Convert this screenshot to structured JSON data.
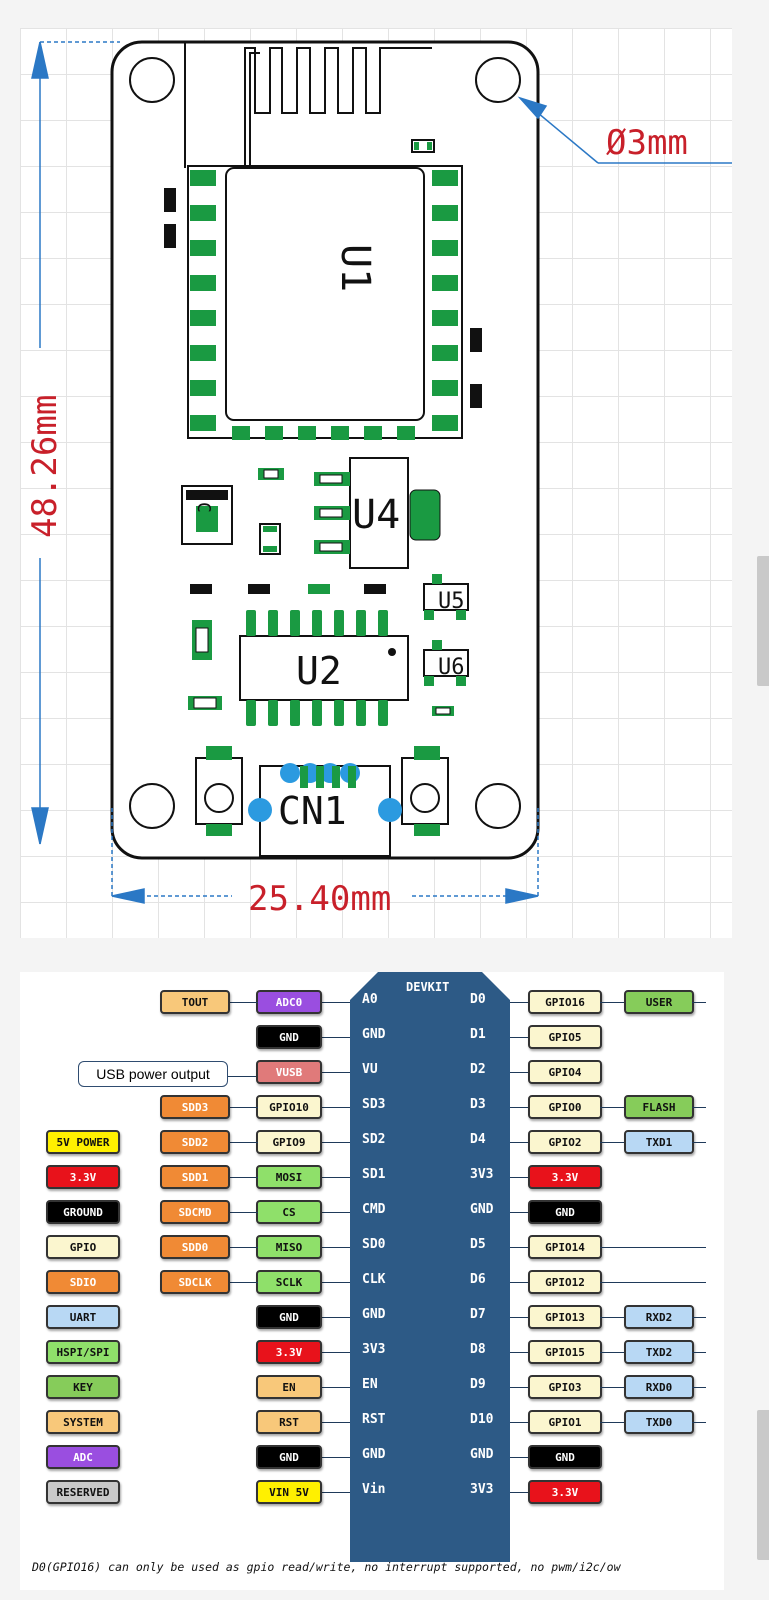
{
  "board_drawing": {
    "height_dim": "48.26mm",
    "width_dim": "25.40mm",
    "hole_dim": "Ø3mm",
    "labels": {
      "u1": "U1",
      "u4": "U4",
      "u2": "U2",
      "cn1": "CN1",
      "u5": "U5",
      "u6": "U6",
      "c": "C"
    },
    "dim_color": "#c8202a",
    "line_color": "#2b78c5"
  },
  "pinout": {
    "chip_title": "DEVKIT",
    "left_pins": [
      "A0",
      "GND",
      "VU",
      "SD3",
      "SD2",
      "SD1",
      "CMD",
      "SD0",
      "CLK",
      "GND",
      "3V3",
      "EN",
      "RST",
      "GND",
      "Vin"
    ],
    "right_pins": [
      "D0",
      "D1",
      "D2",
      "D3",
      "D4",
      "3V3",
      "GND",
      "D5",
      "D6",
      "D7",
      "D8",
      "D9",
      "D10",
      "GND",
      "3V3"
    ],
    "left_inner": [
      "ADC0",
      "GND",
      "VUSB",
      "GPIO10",
      "GPIO9",
      "MOSI",
      "CS",
      "MISO",
      "SCLK",
      "GND",
      "3.3V",
      "EN",
      "RST",
      "GND",
      "VIN 5V"
    ],
    "left_outer": {
      "r0": "TOUT",
      "r3": "SDD3",
      "r4": "SDD2",
      "r5": "SDD1",
      "r6": "SDCMD",
      "r7": "SDD0",
      "r8": "SDCLK"
    },
    "usb_note": "USB power output",
    "right_inner": [
      "GPIO16",
      "GPIO5",
      "GPIO4",
      "GPIO0",
      "GPIO2",
      "3.3V",
      "GND",
      "GPIO14",
      "GPIO12",
      "GPIO13",
      "GPIO15",
      "GPIO3",
      "GPIO1",
      "GND",
      "3.3V"
    ],
    "right_outer": {
      "r0": "USER",
      "r3": "FLASH",
      "r4": "TXD1",
      "r9": "RXD2",
      "r10": "TXD2",
      "r11": "RXD0",
      "r12": "TXD0"
    },
    "legend": [
      "5V POWER",
      "3.3V",
      "GROUND",
      "GPIO",
      "SDIO",
      "UART",
      "HSPI/SPI",
      "KEY",
      "SYSTEM",
      "ADC",
      "RESERVED"
    ],
    "footnote": "D0(GPIO16) can only be used as gpio read/write, no interrupt supported, no pwm/i2c/ow",
    "colors": {
      "chip": "#2d5a86",
      "adc": "#9a4ee0",
      "ground": "#000000",
      "reserved_vusb": "#e07a7a",
      "gpio": "#fbf6cf",
      "sdio": "#f08a35",
      "hspi": "#8fe06a",
      "power33": "#e8121b",
      "power5": "#fff000",
      "system": "#f8c87a",
      "uart": "#b8d8f4",
      "key": "#86cc5a",
      "reserved": "#c9c9c9"
    }
  }
}
